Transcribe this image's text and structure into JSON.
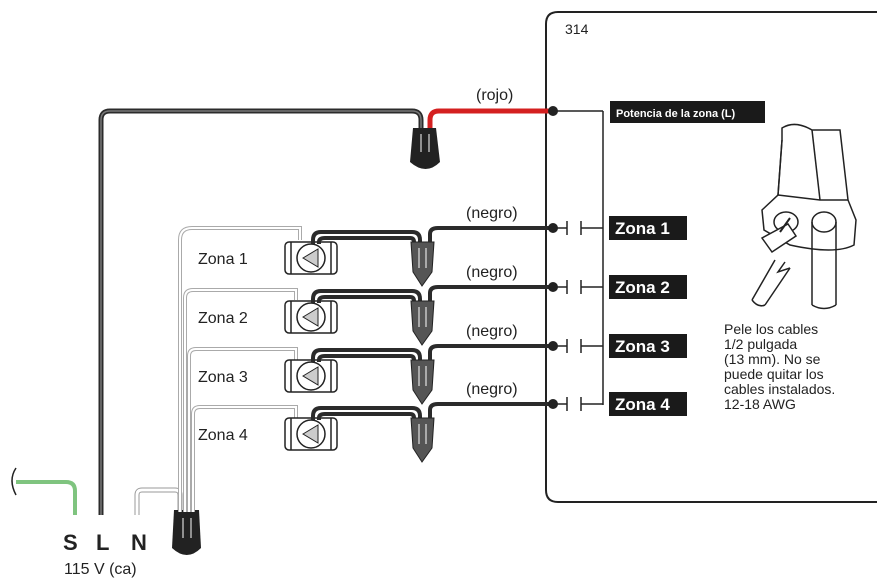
{
  "model": "314",
  "wire_colors": {
    "red_label": "(rojo)",
    "black_label": "(negro)",
    "red": "#d42020",
    "black": "#2b2b2b",
    "ground": "#7fc47f"
  },
  "zone_power_label": "Potencia de la zona (L)",
  "zones": [
    {
      "label": "Zona 1",
      "terminal": "Zona 1",
      "wire": "(negro)"
    },
    {
      "label": "Zona 2",
      "terminal": "Zona 2",
      "wire": "(negro)"
    },
    {
      "label": "Zona 3",
      "terminal": "Zona 3",
      "wire": "(negro)"
    },
    {
      "label": "Zona 4",
      "terminal": "Zona 4",
      "wire": "(negro)"
    }
  ],
  "supply": {
    "s": "S",
    "l": "L",
    "n": "N",
    "voltage": "115 V (ca)"
  },
  "note_lines": [
    "Pele los cables",
    "1/2 pulgada",
    "(13 mm). No se",
    "puede quitar los",
    "cables instalados.",
    "12-18 AWG"
  ],
  "icons": [
    "pump-valve-icon",
    "wire-nut-icon",
    "terminal-connector-icon"
  ]
}
